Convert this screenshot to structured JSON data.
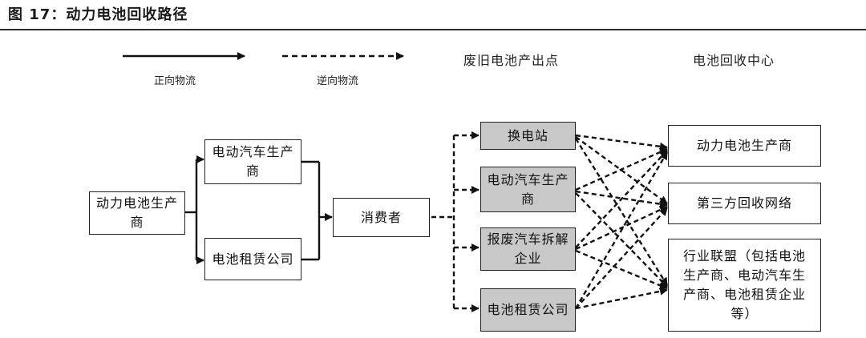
{
  "title": "图 17：动力电池回收路径",
  "legend": {
    "forward": "正向物流",
    "reverse": "逆向物流"
  },
  "headers": {
    "outlets": "废旧电池产出点",
    "centers": "电池回收中心"
  },
  "nodes": {
    "manufacturer": "动力电池生产商",
    "ev_maker": "电动汽车生产商",
    "leasing": "电池租赁公司",
    "consumer": "消费者",
    "out_swap": "换电站",
    "out_ev_maker": "电动汽车生产商",
    "out_scrap": "报废汽车拆解企业",
    "out_leasing": "电池租赁公司",
    "ctr_manufacturer": "动力电池生产商",
    "ctr_third_party": "第三方回收网络",
    "ctr_alliance": "行业联盟（包括电池生产商、电动汽车生产商、电池租赁企业等）"
  },
  "colors": {
    "line": "#111111",
    "outlet_fill": "#c8c8c8",
    "box_fill": "#ffffff"
  }
}
